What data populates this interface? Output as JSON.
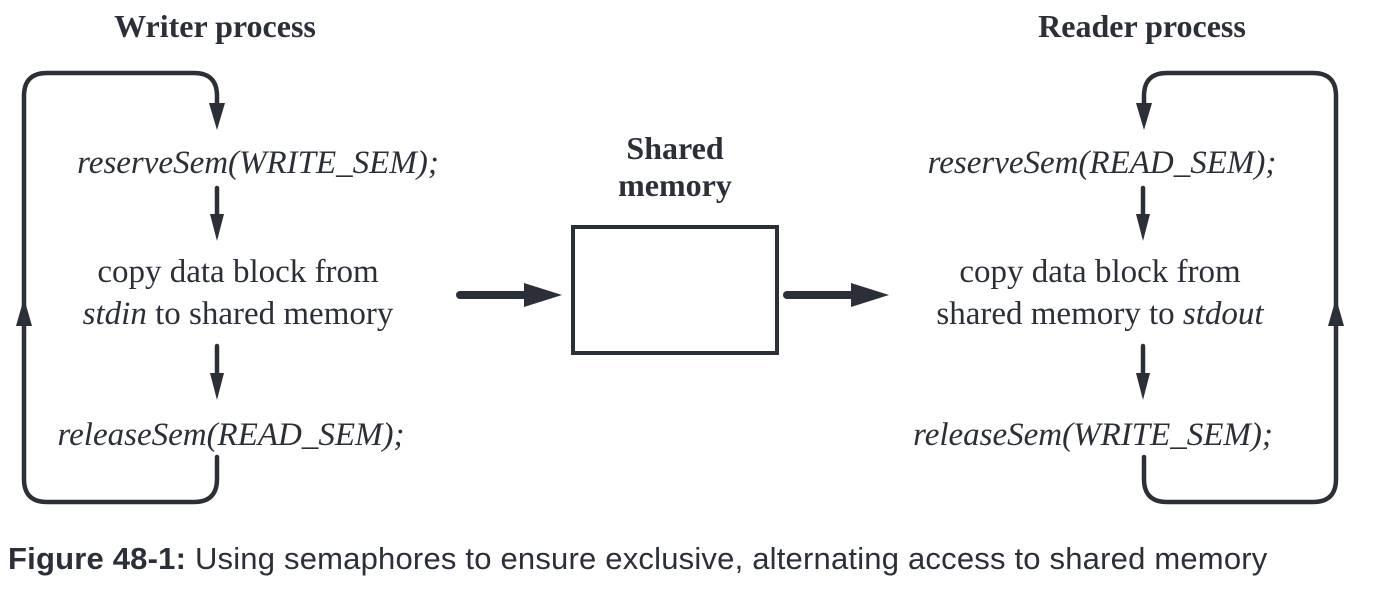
{
  "writer": {
    "title": "Writer process",
    "step1": "reserveSem(WRITE_SEM);",
    "step2_line1": "copy data block from",
    "step2_line2_italic": "stdin",
    "step2_line2_rest": "to shared memory",
    "step3": "releaseSem(READ_SEM);"
  },
  "shared_memory": {
    "label_line1": "Shared",
    "label_line2": "memory"
  },
  "reader": {
    "title": "Reader process",
    "step1": "reserveSem(READ_SEM);",
    "step2_line1": "copy data block from",
    "step2_line2_rest": "shared memory to",
    "step2_line2_italic": "stdout",
    "step3": "releaseSem(WRITE_SEM);"
  },
  "caption": {
    "label": "Figure 48-1:",
    "text": "Using semaphores to ensure exclusive, alternating access to shared memory"
  },
  "colors": {
    "ink": "#2b2f38",
    "background": "#ffffff"
  }
}
